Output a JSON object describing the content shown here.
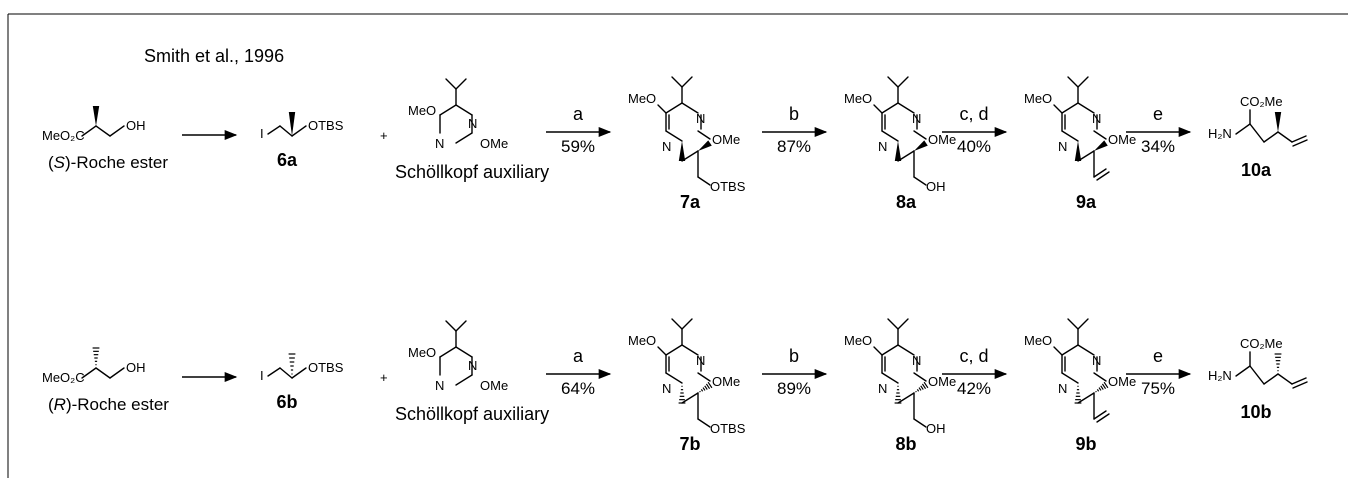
{
  "title": "Smith et al., 1996",
  "rows": [
    {
      "id": "a",
      "roche": {
        "formula": "MeO₂C",
        "oh": "OH",
        "caption_prefix": "(",
        "caption_config": "S",
        "caption_suffix": ")-Roche ester"
      },
      "iodide": {
        "i": "I",
        "otbs": "OTBS",
        "label": "6a"
      },
      "plus": "+",
      "auxiliary": {
        "meo": "MeO",
        "n_top": "N",
        "n_bottom": "N",
        "ome": "OMe",
        "caption": "Schöllkopf auxiliary"
      },
      "steps": [
        {
          "reagent": "a",
          "yield": "59%"
        },
        {
          "reagent": "b",
          "yield": "87%"
        },
        {
          "reagent": "c, d",
          "yield": "40%"
        },
        {
          "reagent": "e",
          "yield": "34%"
        }
      ],
      "products": [
        {
          "label": "7a",
          "meo": "MeO",
          "n1": "N",
          "n2": "N",
          "ome": "OMe",
          "tail": "OTBS"
        },
        {
          "label": "8a",
          "meo": "MeO",
          "n1": "N",
          "n2": "N",
          "ome": "OMe",
          "tail": "OH"
        },
        {
          "label": "9a",
          "meo": "MeO",
          "n1": "N",
          "n2": "N",
          "ome": "OMe",
          "tail": ""
        }
      ],
      "final": {
        "h2n": "H₂N",
        "co2me": "CO₂Me",
        "label": "10a"
      }
    },
    {
      "id": "b",
      "roche": {
        "formula": "MeO₂C",
        "oh": "OH",
        "caption_prefix": "(",
        "caption_config": "R",
        "caption_suffix": ")-Roche ester"
      },
      "iodide": {
        "i": "I",
        "otbs": "OTBS",
        "label": "6b"
      },
      "plus": "+",
      "auxiliary": {
        "meo": "MeO",
        "n_top": "N",
        "n_bottom": "N",
        "ome": "OMe",
        "caption": "Schöllkopf auxiliary"
      },
      "steps": [
        {
          "reagent": "a",
          "yield": "64%"
        },
        {
          "reagent": "b",
          "yield": "89%"
        },
        {
          "reagent": "c, d",
          "yield": "42%"
        },
        {
          "reagent": "e",
          "yield": "75%"
        }
      ],
      "products": [
        {
          "label": "7b",
          "meo": "MeO",
          "n1": "N",
          "n2": "N",
          "ome": "OMe",
          "tail": "OTBS"
        },
        {
          "label": "8b",
          "meo": "MeO",
          "n1": "N",
          "n2": "N",
          "ome": "OMe",
          "tail": "OH"
        },
        {
          "label": "9b",
          "meo": "MeO",
          "n1": "N",
          "n2": "N",
          "ome": "OMe",
          "tail": ""
        }
      ],
      "final": {
        "h2n": "H₂N",
        "co2me": "CO₂Me",
        "label": "10b"
      }
    }
  ]
}
